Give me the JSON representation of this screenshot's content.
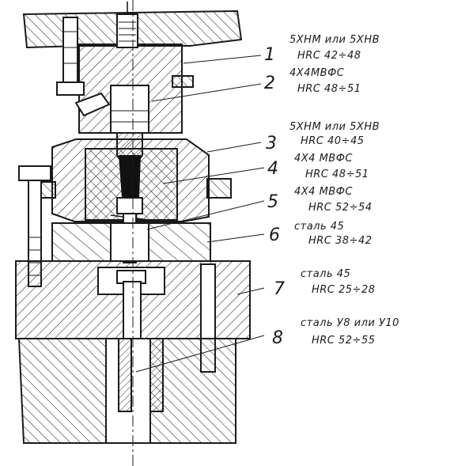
{
  "callouts": [
    {
      "number": "1",
      "material": "5ХНМ или 5ХНВ",
      "hardness": "HRC 42÷48"
    },
    {
      "number": "2",
      "material": "4Х4МВФС",
      "hardness": "HRC 48÷51"
    },
    {
      "number": "3",
      "material": "5ХНМ или 5ХНВ",
      "hardness": "HRC 40÷45"
    },
    {
      "number": "4",
      "material": "4Х4 МВФС",
      "hardness": "HRC 48÷51"
    },
    {
      "number": "5",
      "material": "4Х4 МВФС",
      "hardness": "HRC 52÷54"
    },
    {
      "number": "6",
      "material": "сталь 45",
      "hardness": "HRC 38÷42"
    },
    {
      "number": "7",
      "material": "сталь 45",
      "hardness": "HRC 25÷28"
    },
    {
      "number": "8",
      "material": "сталь У8 или У10",
      "hardness": "HRC 52÷55"
    }
  ],
  "colors": {
    "ink": "#1a1a1a",
    "paper": "#ffffff",
    "punch_fill": "#111111"
  }
}
